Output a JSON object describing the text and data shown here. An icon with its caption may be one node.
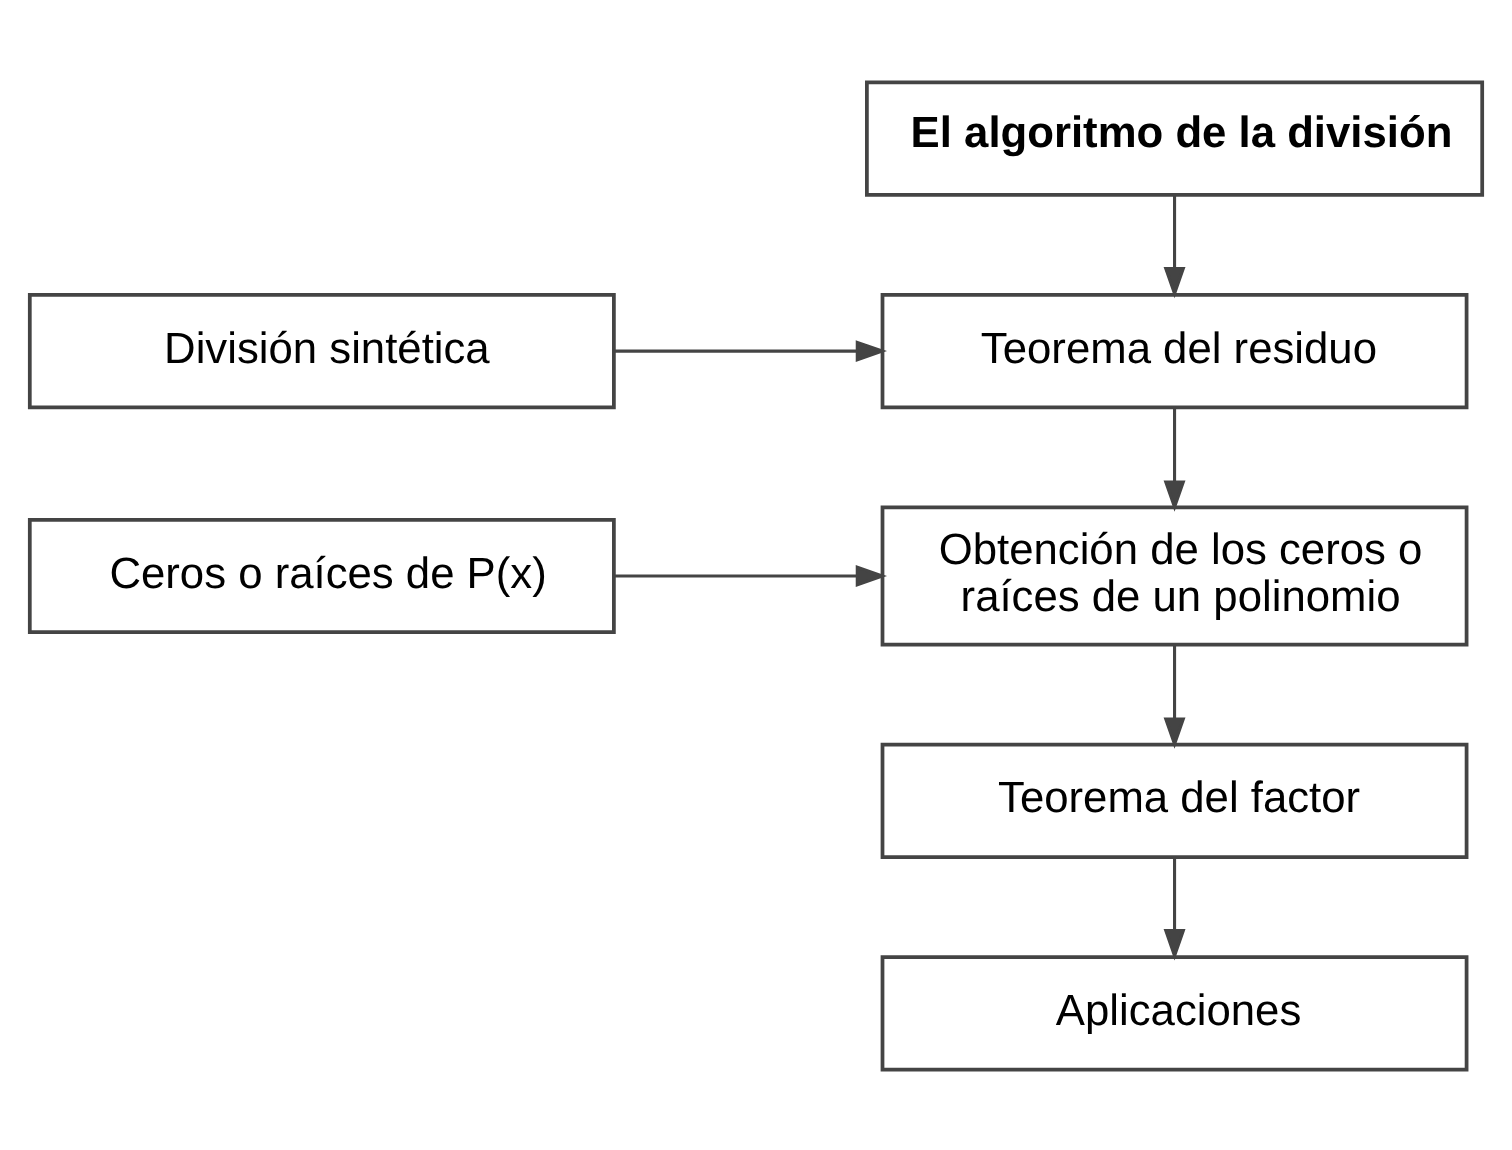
{
  "diagram": {
    "nodes": [
      {
        "text": [
          "El algoritmo de la división"
        ]
      },
      {
        "text": [
          "División sintética"
        ]
      },
      {
        "text": [
          "Teorema del residuo"
        ]
      },
      {
        "text": [
          "Ceros o raíces de P(x)"
        ]
      },
      {
        "text": [
          "Obtención de los ceros o raíces de un polinomio"
        ]
      },
      {
        "text": [
          "Teorema del factor"
        ]
      },
      {
        "text": [
          "Aplicaciones"
        ]
      }
    ],
    "edges": [
      {
        "from": 0,
        "to": 2,
        "arrow": "to"
      },
      {
        "from": 1,
        "to": 2,
        "arrow": "to"
      },
      {
        "from": 2,
        "to": 4,
        "arrow": "to"
      },
      {
        "from": 3,
        "to": 4,
        "arrow": "to"
      },
      {
        "from": 4,
        "to": 5,
        "arrow": "to"
      },
      {
        "from": 5,
        "to": 6,
        "arrow": "to"
      }
    ]
  }
}
